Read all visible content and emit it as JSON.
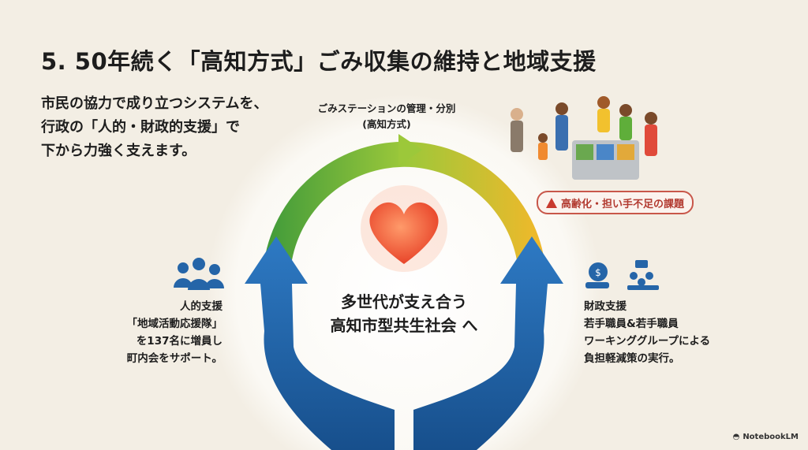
{
  "slide": {
    "title": "5. 50年続く「高知方式」ごみ収集の維持と地域支援",
    "lead_lines": [
      "市民の協力で成り立つシステムを、",
      "行政の「人的・財政的支援」で",
      "下から力強く支えます。"
    ],
    "top_label_lines": [
      "ごみステーションの管理・分別",
      "(高知方式)"
    ],
    "warning_badge": "高齢化・担い手不足の課題",
    "center_lines": [
      "多世代が支え合う",
      "高知市型共生社会 へ"
    ],
    "left_support_lines": [
      "人的支援",
      "「地域活動応援隊」",
      "を137名に増員し",
      "町内会をサポート。"
    ],
    "right_support_lines": [
      "財政支援",
      "若手職員&若手職員",
      "ワーキンググループによる",
      "負担軽減策の実行。"
    ],
    "brand": "NotebookLM"
  },
  "colors": {
    "background": "#f3eee4",
    "arc_green": "#5fae3a",
    "arc_yellow": "#f2c12e",
    "hands_blue": "#1f5f9e",
    "heart": "#f0603a",
    "warning": "#c8392e"
  }
}
